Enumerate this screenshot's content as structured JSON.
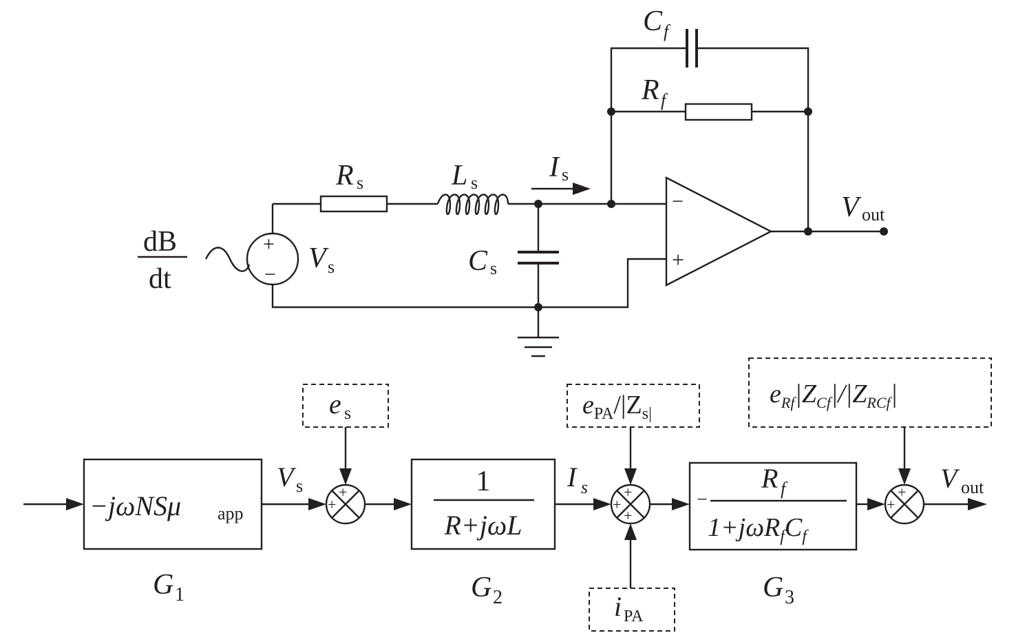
{
  "circuit": {
    "source_label": "V",
    "source_sub": "s",
    "dbdt_num": "dB",
    "dbdt_den": "dt",
    "rs": "R",
    "rs_sub": "s",
    "ls": "L",
    "ls_sub": "s",
    "cs": "C",
    "cs_sub": "s",
    "is": "I",
    "is_sub": "s",
    "cf": "C",
    "cf_sub": "f",
    "rf": "R",
    "rf_sub": "f",
    "vout": "V",
    "vout_sub": "out",
    "plus": "+",
    "minus": "−"
  },
  "block_diagram": {
    "g1_expr": "−jωNSμ",
    "g1_sub": "app",
    "g1_name": "G",
    "g1_num": "1",
    "vs": "V",
    "vs_sub": "s",
    "es": "e",
    "es_sub": "s",
    "g2_num": "1",
    "g2_den": "R+jωL",
    "g2_name": "G",
    "g2_idx": "2",
    "is": "I",
    "is_sub": "s",
    "epa": "e",
    "epa_sub": "PA",
    "epa_rest": "/|Z",
    "epa_z_sub": "s|",
    "ipa": "i",
    "ipa_sub": "PA",
    "g3_sign": "−",
    "g3_num": "R",
    "g3_num_sub": "f",
    "g3_den_a": "1+jωR",
    "g3_den_sub1": "f",
    "g3_den_c": "C",
    "g3_den_sub2": "f",
    "g3_name": "G",
    "g3_idx": "3",
    "erf": "e",
    "erf_sub": "Rf",
    "erf_z1": "|Z",
    "erf_z1_sub": "Cf",
    "erf_mid": "|/|Z",
    "erf_z2_sub": "RCf",
    "erf_end": "|",
    "vout": "V",
    "vout_sub": "out",
    "sum_plus": "+"
  }
}
